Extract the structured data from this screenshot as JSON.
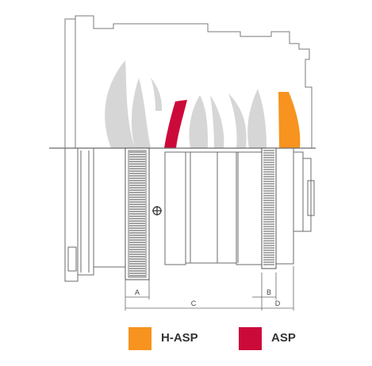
{
  "colors": {
    "h_asp": "#f7931e",
    "asp": "#cc0a3a",
    "element_gray": "#d6d6d6",
    "outline": "#6b6b6b"
  },
  "dimensions": {
    "a": "A",
    "b": "B",
    "c": "C",
    "d": "D"
  },
  "legend": {
    "items": [
      {
        "label": "H-ASP",
        "color": "#f7931e"
      },
      {
        "label": "ASP",
        "color": "#cc0a3a"
      }
    ]
  },
  "icons": {
    "focus_marker": "crosshair-circle-icon"
  }
}
